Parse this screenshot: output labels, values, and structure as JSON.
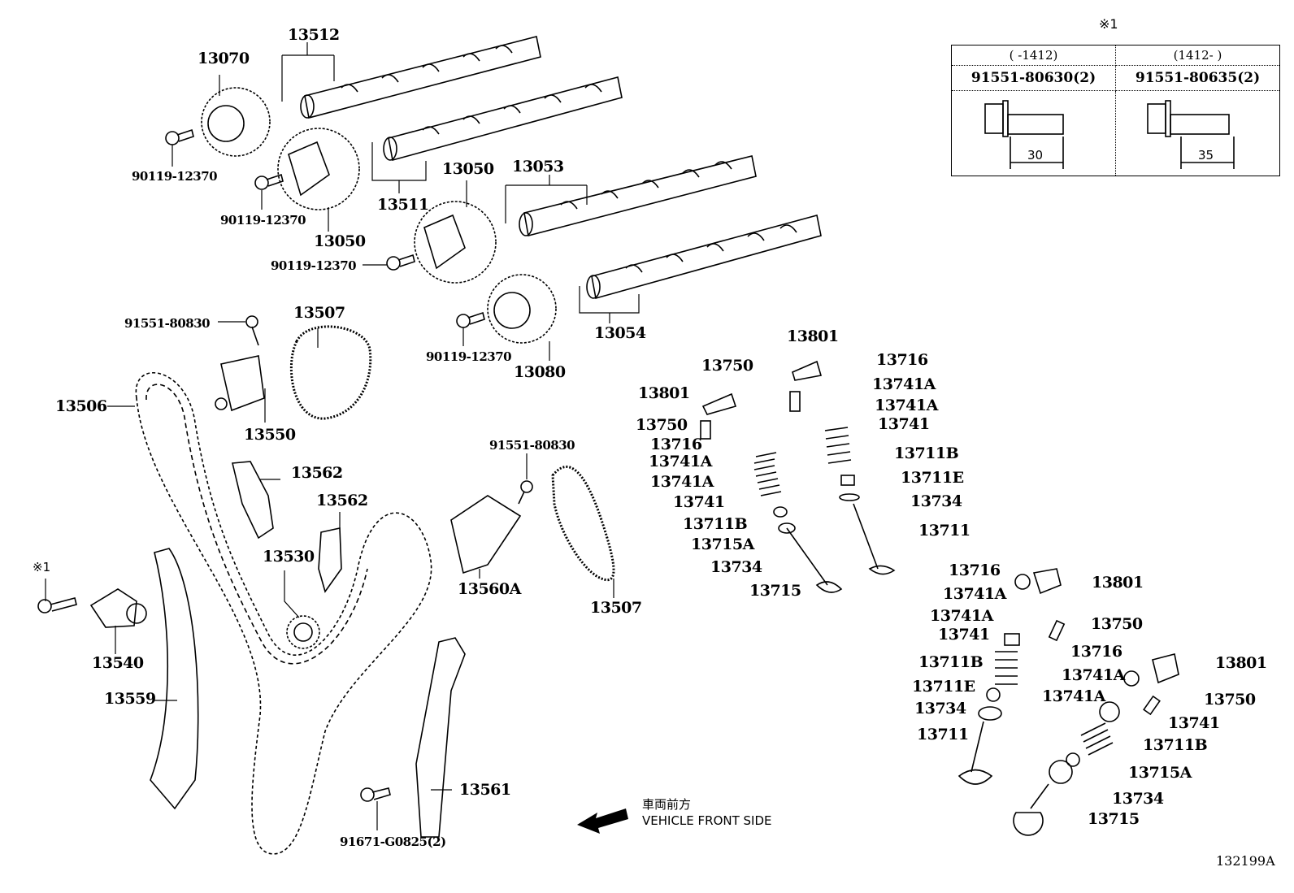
{
  "diagram_title": "Camshaft & Valve / Timing Chain",
  "catalog_id": "132199A",
  "reference_note": {
    "marker": "※1",
    "columns": [
      {
        "range": "(     -1412)",
        "part_number": "91551-80630(2)",
        "length": "30"
      },
      {
        "range": "(1412-     )",
        "part_number": "91551-80635(2)",
        "length": "35"
      }
    ]
  },
  "direction": {
    "jp": "車両前方",
    "en": "VEHICLE FRONT SIDE",
    "arrow": "left-down-arrow"
  },
  "callouts": [
    {
      "id": "c1",
      "text": "13512"
    },
    {
      "id": "c2",
      "text": "13070"
    },
    {
      "id": "c3",
      "text": "90119-12370"
    },
    {
      "id": "c4",
      "text": "90119-12370"
    },
    {
      "id": "c5",
      "text": "13050"
    },
    {
      "id": "c6",
      "text": "13511"
    },
    {
      "id": "c7",
      "text": "13050"
    },
    {
      "id": "c8",
      "text": "13053"
    },
    {
      "id": "c9",
      "text": "90119-12370"
    },
    {
      "id": "c10",
      "text": "90119-12370"
    },
    {
      "id": "c11",
      "text": "13080"
    },
    {
      "id": "c12",
      "text": "13054"
    },
    {
      "id": "c13",
      "text": "91551-80830"
    },
    {
      "id": "c14",
      "text": "13507"
    },
    {
      "id": "c15",
      "text": "13506"
    },
    {
      "id": "c16",
      "text": "13550"
    },
    {
      "id": "c17",
      "text": "13562"
    },
    {
      "id": "c18",
      "text": "13562"
    },
    {
      "id": "c19",
      "text": "13530"
    },
    {
      "id": "c20",
      "text": "※1"
    },
    {
      "id": "c21",
      "text": "13540"
    },
    {
      "id": "c22",
      "text": "13559"
    },
    {
      "id": "c23",
      "text": "91551-80830"
    },
    {
      "id": "c24",
      "text": "13560A"
    },
    {
      "id": "c25",
      "text": "13507"
    },
    {
      "id": "c26",
      "text": "13561"
    },
    {
      "id": "c27",
      "text": "91671-G0825(2)"
    },
    {
      "id": "c28",
      "text": "13801"
    },
    {
      "id": "c29",
      "text": "13750"
    },
    {
      "id": "c30",
      "text": "13716"
    },
    {
      "id": "c31",
      "text": "13741A"
    },
    {
      "id": "c32",
      "text": "13741A"
    },
    {
      "id": "c33",
      "text": "13741"
    },
    {
      "id": "c34",
      "text": "13711B"
    },
    {
      "id": "c35",
      "text": "13711E"
    },
    {
      "id": "c36",
      "text": "13734"
    },
    {
      "id": "c37",
      "text": "13711"
    },
    {
      "id": "c38",
      "text": "13801"
    },
    {
      "id": "c39",
      "text": "13750"
    },
    {
      "id": "c40",
      "text": "13716"
    },
    {
      "id": "c41",
      "text": "13741A"
    },
    {
      "id": "c42",
      "text": "13741A"
    },
    {
      "id": "c43",
      "text": "13741"
    },
    {
      "id": "c44",
      "text": "13711B"
    },
    {
      "id": "c45",
      "text": "13715A"
    },
    {
      "id": "c46",
      "text": "13734"
    },
    {
      "id": "c47",
      "text": "13715"
    },
    {
      "id": "c48",
      "text": "13716"
    },
    {
      "id": "c49",
      "text": "13801"
    },
    {
      "id": "c50",
      "text": "13741A"
    },
    {
      "id": "c51",
      "text": "13741A"
    },
    {
      "id": "c52",
      "text": "13750"
    },
    {
      "id": "c53",
      "text": "13741"
    },
    {
      "id": "c54",
      "text": "13711B"
    },
    {
      "id": "c55",
      "text": "13711E"
    },
    {
      "id": "c56",
      "text": "13734"
    },
    {
      "id": "c57",
      "text": "13711"
    },
    {
      "id": "c58",
      "text": "13716"
    },
    {
      "id": "c59",
      "text": "13801"
    },
    {
      "id": "c60",
      "text": "13741A"
    },
    {
      "id": "c61",
      "text": "13750"
    },
    {
      "id": "c62",
      "text": "13741A"
    },
    {
      "id": "c63",
      "text": "13741"
    },
    {
      "id": "c64",
      "text": "13711B"
    },
    {
      "id": "c65",
      "text": "13715A"
    },
    {
      "id": "c66",
      "text": "13734"
    },
    {
      "id": "c67",
      "text": "13715"
    }
  ]
}
